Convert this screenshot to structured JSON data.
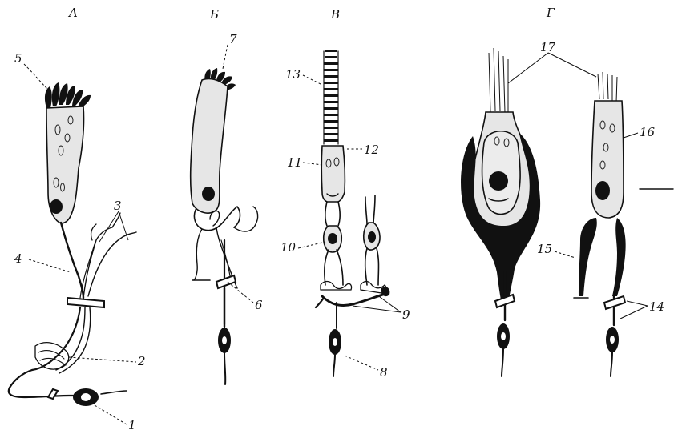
{
  "panels": [
    {
      "id": "A",
      "label": "A"
    },
    {
      "id": "B",
      "label": "Б"
    },
    {
      "id": "C",
      "label": "В"
    },
    {
      "id": "D",
      "label": "Г"
    }
  ],
  "numbers": [
    "1",
    "2",
    "3",
    "4",
    "5",
    "6",
    "7",
    "8",
    "9",
    "10",
    "11",
    "12",
    "13",
    "14",
    "15",
    "16",
    "17"
  ]
}
